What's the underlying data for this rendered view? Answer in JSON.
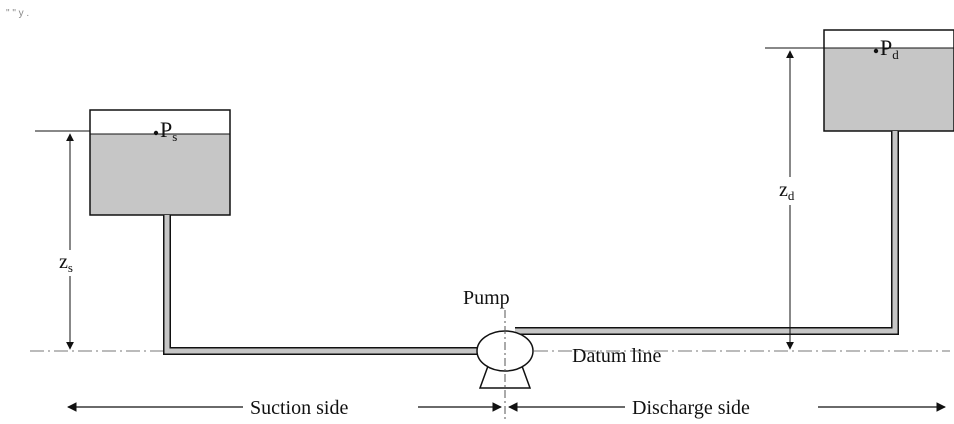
{
  "corner_text": "\" \" y .",
  "labels": {
    "pump": "Pump",
    "datum_line": "Datum line",
    "suction_side": "Suction side",
    "discharge_side": "Discharge side"
  },
  "pressures": {
    "suction": {
      "base": "P",
      "sub": "s"
    },
    "discharge": {
      "base": "P",
      "sub": "d"
    }
  },
  "heights": {
    "suction": {
      "base": "z",
      "sub": "s"
    },
    "discharge": {
      "base": "z",
      "sub": "d"
    }
  },
  "colors": {
    "liquid": "#c6c6c6",
    "line": "#111111",
    "pipe_fill": "#c6c6c6"
  }
}
